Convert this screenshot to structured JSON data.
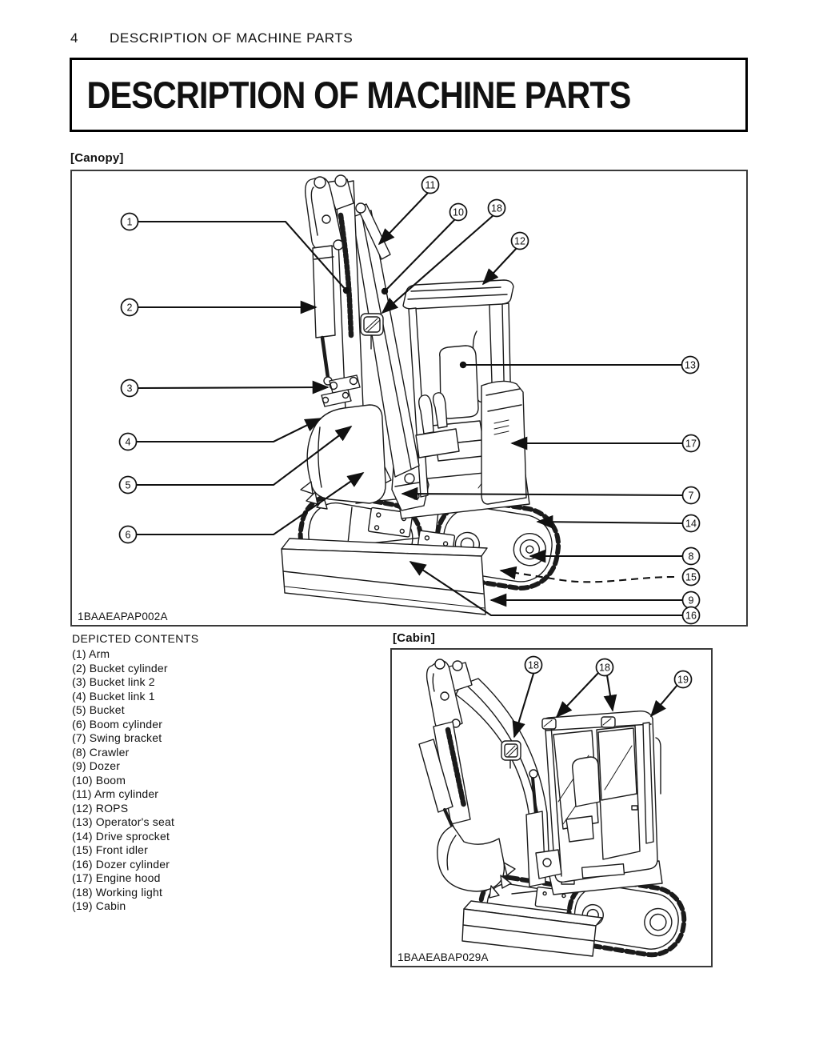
{
  "page_header": {
    "page_number": "4",
    "section_title": "DESCRIPTION OF MACHINE PARTS"
  },
  "title_banner": "DESCRIPTION OF MACHINE PARTS",
  "canopy_figure": {
    "label": "[Canopy]",
    "image_code": "1BAAEAPAP002A",
    "callouts": [
      "1",
      "2",
      "3",
      "4",
      "5",
      "6",
      "11",
      "10",
      "18",
      "12",
      "13",
      "17",
      "7",
      "14",
      "8",
      "15",
      "9",
      "16"
    ]
  },
  "contents_list": {
    "heading": "DEPICTED CONTENTS",
    "items": [
      "(1) Arm",
      "(2) Bucket cylinder",
      "(3) Bucket link 2",
      "(4) Bucket link 1",
      "(5) Bucket",
      "(6) Boom cylinder",
      "(7) Swing bracket",
      "(8) Crawler",
      "(9) Dozer",
      "(10) Boom",
      "(11) Arm cylinder",
      "(12) ROPS",
      "(13) Operator's seat",
      "(14) Drive sprocket",
      "(15) Front idler",
      "(16) Dozer cylinder",
      "(17) Engine hood",
      "(18) Working light",
      "(19) Cabin"
    ]
  },
  "cabin_figure": {
    "label": "[Cabin]",
    "image_code": "1BAAEABAP029A",
    "callouts": [
      "18",
      "18",
      "19"
    ]
  }
}
